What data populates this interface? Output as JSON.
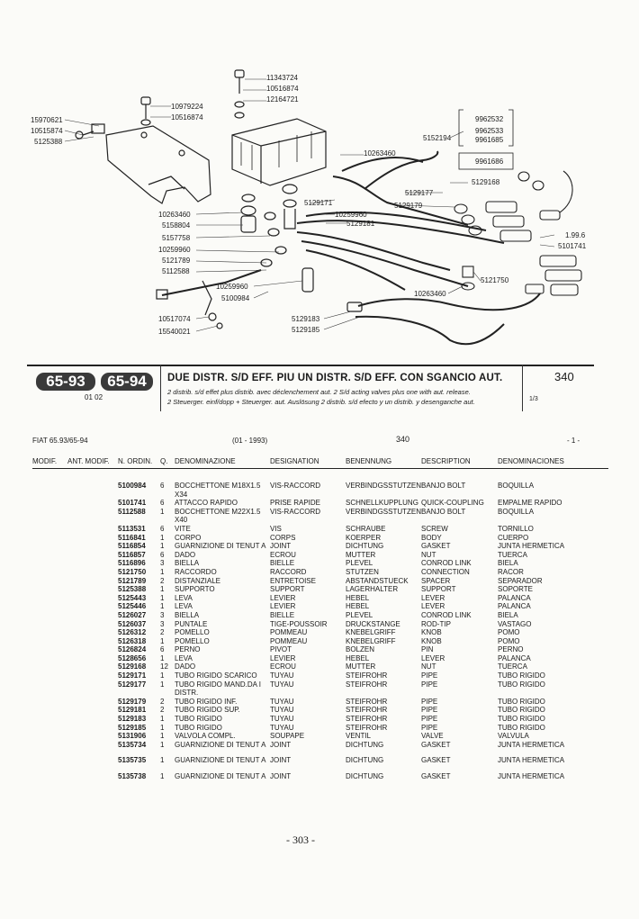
{
  "diagram": {
    "labels": [
      "11343724",
      "10516874",
      "12164721",
      "10979224",
      "10516874",
      "15970621",
      "10515874",
      "5125388",
      "9962532",
      "9962533",
      "9961685",
      "5152194",
      "10263460",
      "9961686",
      "5129168",
      "5129171",
      "5129177",
      "5129179",
      "10259960",
      "5129181",
      "10263460",
      "5158804",
      "5157758",
      "10259960",
      "5121789",
      "5112588",
      "1.99.6",
      "5101741",
      "10259960",
      "5100984",
      "10263460",
      "5121750",
      "10517074",
      "15540021",
      "5129183",
      "5129185"
    ]
  },
  "title_block": {
    "model_a": "65-93",
    "model_b": "65-94",
    "date_code": "01 02",
    "title": "DUE DISTR. S/D EFF. PIU UN DISTR. S/D EFF. CON SGANCIO AUT.",
    "subtitle_line1": "2 distrib. s/d effet plus distrib. avec déclenchement aut.   2 S/d acting valves plus one with aut. release.",
    "subtitle_line2": "2 Steuerger. einf/dopp + Steuerger. aut. Auslösung   2 distrib. s/d efecto y un distrib. y desenganche aut.",
    "table_number": "340",
    "sheet": "1/3"
  },
  "meta": {
    "model_line": "FIAT 65.93/65-94",
    "date": "(01 - 1993)",
    "table_number": "340",
    "page_marker": "- 1 -"
  },
  "table": {
    "headers": [
      "MODIF.",
      "ANT. MODIF.",
      "N. ORDIN.",
      "Q.",
      "DENOMINAZIONE",
      "DESIGNATION",
      "BENENNUNG",
      "DESCRIPTION",
      "DENOMINACIONES"
    ],
    "rows": [
      {
        "n": "5100984",
        "q": "6",
        "it": "BOCCHETTONE M18X1.5 X34",
        "fr": "VIS-RACCORD",
        "de": "VERBINDGSSTUTZEN",
        "en": "BANJO BOLT",
        "es": "BOQUILLA"
      },
      {
        "n": "5101741",
        "q": "6",
        "it": "ATTACCO RAPIDO",
        "fr": "PRISE RAPIDE",
        "de": "SCHNELLKUPPLUNG",
        "en": "QUICK-COUPLING",
        "es": "EMPALME RAPIDO"
      },
      {
        "n": "5112588",
        "q": "1",
        "it": "BOCCHETTONE M22X1.5 X40",
        "fr": "VIS-RACCORD",
        "de": "VERBINDGSSTUTZEN",
        "en": "BANJO BOLT",
        "es": "BOQUILLA"
      },
      {
        "n": "5113531",
        "q": "6",
        "it": "VITE",
        "fr": "VIS",
        "de": "SCHRAUBE",
        "en": "SCREW",
        "es": "TORNILLO"
      },
      {
        "n": "5116841",
        "q": "1",
        "it": "CORPO",
        "fr": "CORPS",
        "de": "KOERPER",
        "en": "BODY",
        "es": "CUERPO"
      },
      {
        "n": "5116854",
        "q": "1",
        "it": "GUARNIZIONE DI TENUT A",
        "fr": "JOINT",
        "de": "DICHTUNG",
        "en": "GASKET",
        "es": "JUNTA HERMETICA"
      },
      {
        "n": "5116857",
        "q": "6",
        "it": "DADO",
        "fr": "ECROU",
        "de": "MUTTER",
        "en": "NUT",
        "es": "TUERCA"
      },
      {
        "n": "5116896",
        "q": "3",
        "it": "BIELLA",
        "fr": "BIELLE",
        "de": "PLEVEL",
        "en": "CONROD LINK",
        "es": "BIELA"
      },
      {
        "n": "5121750",
        "q": "1",
        "it": "RACCORDO",
        "fr": "RACCORD",
        "de": "STUTZEN",
        "en": "CONNECTION",
        "es": "RACOR"
      },
      {
        "n": "5121789",
        "q": "2",
        "it": "DISTANZIALE",
        "fr": "ENTRETOISE",
        "de": "ABSTANDSTUECK",
        "en": "SPACER",
        "es": "SEPARADOR"
      },
      {
        "n": "5125388",
        "q": "1",
        "it": "SUPPORTO",
        "fr": "SUPPORT",
        "de": "LAGERHALTER",
        "en": "SUPPORT",
        "es": "SOPORTE"
      },
      {
        "n": "5125443",
        "q": "1",
        "it": "LEVA",
        "fr": "LEVIER",
        "de": "HEBEL",
        "en": "LEVER",
        "es": "PALANCA"
      },
      {
        "n": "5125446",
        "q": "1",
        "it": "LEVA",
        "fr": "LEVIER",
        "de": "HEBEL",
        "en": "LEVER",
        "es": "PALANCA"
      },
      {
        "n": "5126027",
        "q": "3",
        "it": "BIELLA",
        "fr": "BIELLE",
        "de": "PLEVEL",
        "en": "CONROD LINK",
        "es": "BIELA"
      },
      {
        "n": "5126037",
        "q": "3",
        "it": "PUNTALE",
        "fr": "TIGE-POUSSOIR",
        "de": "DRUCKSTANGE",
        "en": "ROD-TIP",
        "es": "VASTAGO"
      },
      {
        "n": "5126312",
        "q": "2",
        "it": "POMELLO",
        "fr": "POMMEAU",
        "de": "KNEBELGRIFF",
        "en": "KNOB",
        "es": "POMO"
      },
      {
        "n": "5126318",
        "q": "1",
        "it": "POMELLO",
        "fr": "POMMEAU",
        "de": "KNEBELGRIFF",
        "en": "KNOB",
        "es": "POMO"
      },
      {
        "n": "5126824",
        "q": "6",
        "it": "PERNO",
        "fr": "PIVOT",
        "de": "BOLZEN",
        "en": "PIN",
        "es": "PERNO"
      },
      {
        "n": "5128656",
        "q": "1",
        "it": "LEVA",
        "fr": "LEVIER",
        "de": "HEBEL",
        "en": "LEVER",
        "es": "PALANCA"
      },
      {
        "n": "5129168",
        "q": "12",
        "it": "DADO",
        "fr": "ECROU",
        "de": "MUTTER",
        "en": "NUT",
        "es": "TUERCA"
      },
      {
        "n": "5129171",
        "q": "1",
        "it": "TUBO RIGIDO SCARICO",
        "fr": "TUYAU",
        "de": "STEIFROHR",
        "en": "PIPE",
        "es": "TUBO RIGIDO"
      },
      {
        "n": "5129177",
        "q": "1",
        "it": "TUBO RIGIDO MAND.DA I DISTR.",
        "fr": "TUYAU",
        "de": "STEIFROHR",
        "en": "PIPE",
        "es": "TUBO RIGIDO"
      },
      {
        "n": "5129179",
        "q": "2",
        "it": "TUBO RIGIDO INF.",
        "fr": "TUYAU",
        "de": "STEIFROHR",
        "en": "PIPE",
        "es": "TUBO RIGIDO"
      },
      {
        "n": "5129181",
        "q": "2",
        "it": "TUBO RIGIDO SUP.",
        "fr": "TUYAU",
        "de": "STEIFROHR",
        "en": "PIPE",
        "es": "TUBO RIGIDO"
      },
      {
        "n": "5129183",
        "q": "1",
        "it": "TUBO RIGIDO",
        "fr": "TUYAU",
        "de": "STEIFROHR",
        "en": "PIPE",
        "es": "TUBO RIGIDO"
      },
      {
        "n": "5129185",
        "q": "1",
        "it": "TUBO RIGIDO",
        "fr": "TUYAU",
        "de": "STEIFROHR",
        "en": "PIPE",
        "es": "TUBO RIGIDO"
      },
      {
        "n": "5131906",
        "q": "1",
        "it": "VALVOLA COMPL.",
        "fr": "SOUPAPE",
        "de": "VENTIL",
        "en": "VALVE",
        "es": "VALVULA"
      },
      {
        "n": "5135734",
        "q": "1",
        "it": "GUARNIZIONE DI TENUT A",
        "fr": "JOINT",
        "de": "DICHTUNG",
        "en": "GASKET",
        "es": "JUNTA HERMETICA",
        "gap": true
      },
      {
        "n": "5135735",
        "q": "1",
        "it": "GUARNIZIONE DI TENUT A",
        "fr": "JOINT",
        "de": "DICHTUNG",
        "en": "GASKET",
        "es": "JUNTA HERMETICA",
        "gap": true
      },
      {
        "n": "5135738",
        "q": "1",
        "it": "GUARNIZIONE DI TENUT A",
        "fr": "JOINT",
        "de": "DICHTUNG",
        "en": "GASKET",
        "es": "JUNTA HERMETICA"
      }
    ]
  },
  "footer": {
    "page_number": "- 303 -"
  }
}
